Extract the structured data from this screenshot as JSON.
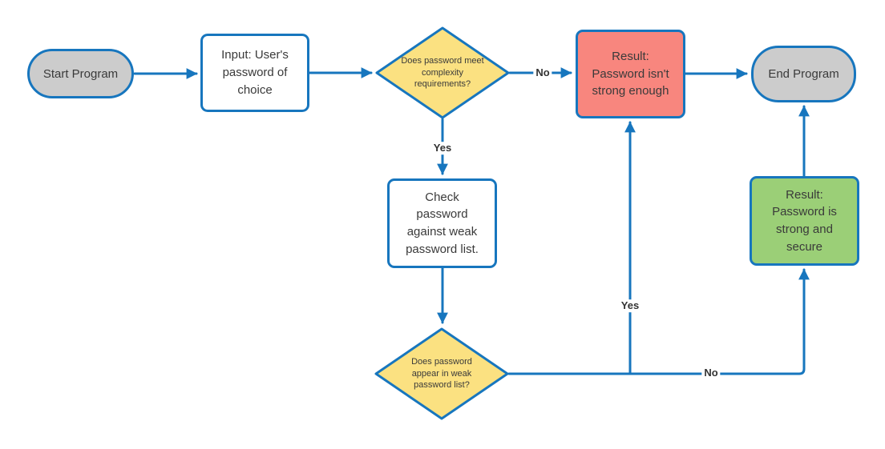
{
  "diagram": {
    "type": "flowchart",
    "description": "Password strength checking program flowchart"
  },
  "colors": {
    "line": "#1776be",
    "text": "#3a3a3a",
    "terminator-fill": "#cccccc",
    "process-fill": "#ffffff",
    "decision-fill": "#fbe181",
    "fail-fill": "#f8867e",
    "success-fill": "#9bcf77"
  },
  "nodes": {
    "start": {
      "label": "Start Program",
      "type": "terminator"
    },
    "input": {
      "label": "Input: User's password of choice",
      "type": "process"
    },
    "decision_complexity": {
      "label": "Does password meet complexity requirements?",
      "type": "decision"
    },
    "fail": {
      "label": "Result: Password isn't strong enough",
      "type": "result"
    },
    "end": {
      "label": "End Program",
      "type": "terminator"
    },
    "check": {
      "label": "Check password against weak password list.",
      "type": "process"
    },
    "decision_weak_list": {
      "label": "Does password appear in weak password list?",
      "type": "decision"
    },
    "success": {
      "label": "Result: Password is strong and secure",
      "type": "result"
    }
  },
  "edges": {
    "complexity_no": {
      "label": "No"
    },
    "complexity_yes": {
      "label": "Yes"
    },
    "weak_yes": {
      "label": "Yes"
    },
    "weak_no": {
      "label": "No"
    }
  }
}
